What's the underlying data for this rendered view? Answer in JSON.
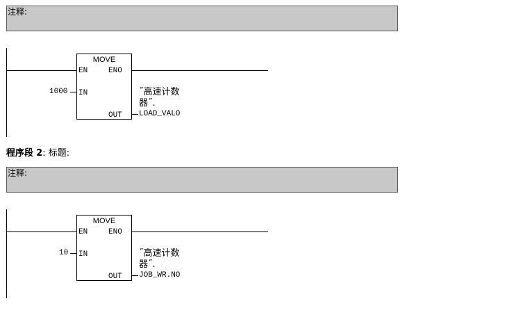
{
  "comment_label": "注释:",
  "segment2": {
    "title_prefix": "程序段",
    "number": "2",
    "title_suffix": ": 标题:"
  },
  "networks": [
    {
      "block": "MOVE",
      "pin_en": "EN",
      "pin_eno": "ENO",
      "pin_in": "IN",
      "pin_out": "OUT",
      "in_value": "1000",
      "out_symbol_line1": "˝高速计数",
      "out_symbol_line2": "器˝.",
      "out_address": "LOAD_VALO"
    },
    {
      "block": "MOVE",
      "pin_en": "EN",
      "pin_eno": "ENO",
      "pin_in": "IN",
      "pin_out": "OUT",
      "in_value": "10",
      "out_symbol_line1": "˝高速计数",
      "out_symbol_line2": "器˝.",
      "out_address": "JOB_WR.NO"
    }
  ]
}
